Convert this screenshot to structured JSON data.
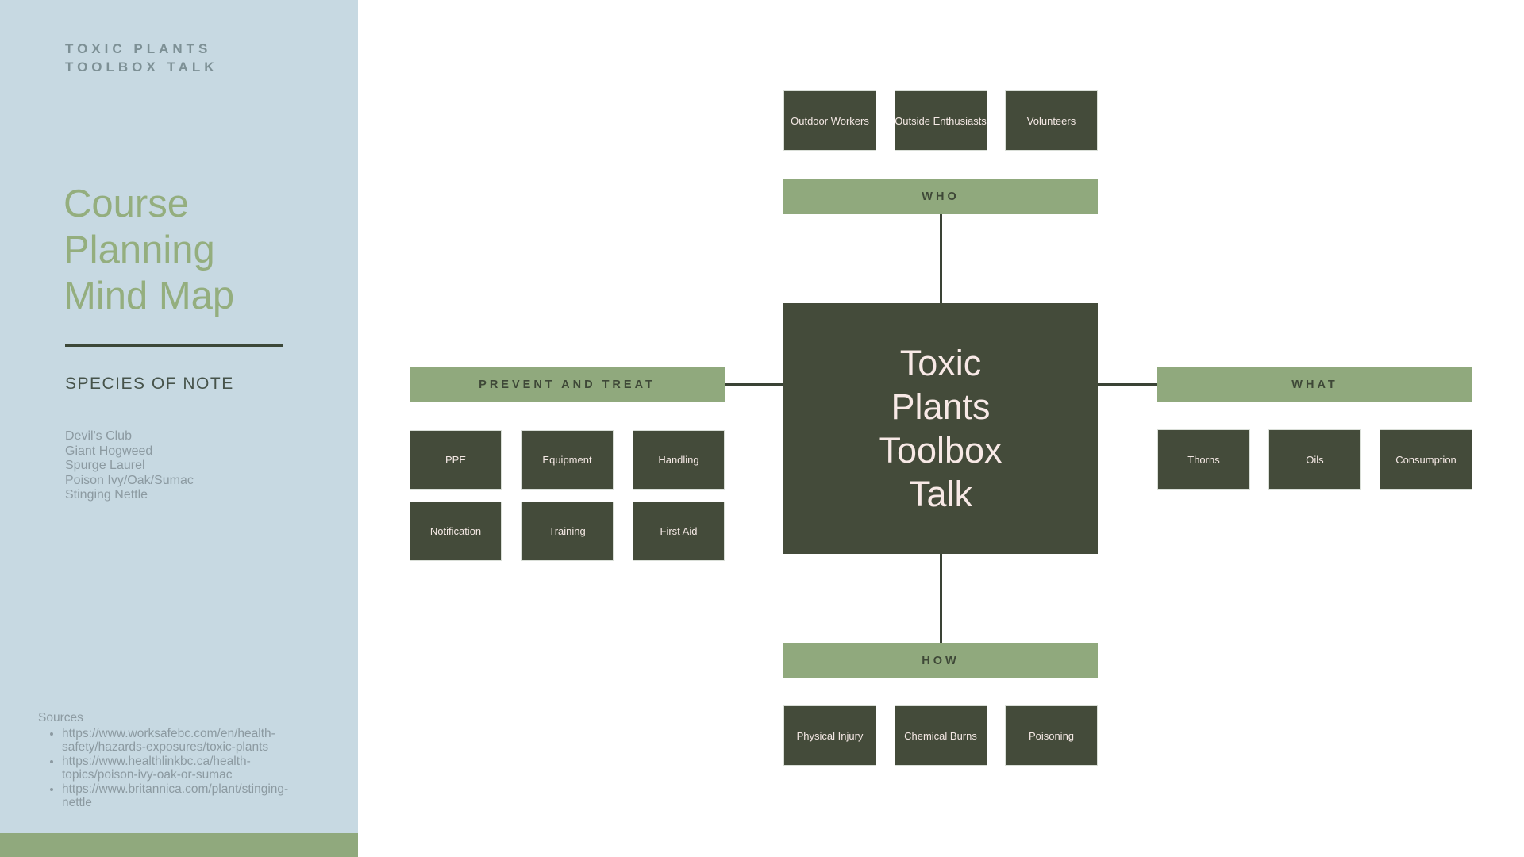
{
  "sidebar": {
    "eyebrow_lines": [
      "TOXIC PLANTS",
      "TOOLBOX TALK"
    ],
    "title_lines": [
      "Course",
      "Planning",
      "Mind Map"
    ],
    "species_heading": "SPECIES OF NOTE",
    "species": [
      "Devil's Club",
      "Giant Hogweed",
      "Spurge Laurel",
      "Poison Ivy/Oak/Sumac",
      "Stinging Nettle"
    ],
    "sources_label": "Sources",
    "sources": [
      "https://www.worksafebc.com/en/health-safety/hazards-exposures/toxic-plants",
      "https://www.healthlinkbc.ca/health-topics/poison-ivy-oak-or-sumac",
      "https://www.britannica.com/plant/stinging-nettle"
    ]
  },
  "mindmap": {
    "center_lines": [
      "Toxic",
      "Plants",
      "Toolbox",
      "Talk"
    ],
    "branches": {
      "who": {
        "label": "WHO",
        "items": [
          "Outdoor Workers",
          "Outside Enthusiasts",
          "Volunteers"
        ]
      },
      "prevent_and_treat": {
        "label": "PREVENT AND TREAT",
        "items": [
          "PPE",
          "Equipment",
          "Handling",
          "Notification",
          "Training",
          "First Aid"
        ]
      },
      "what": {
        "label": "WHAT",
        "items": [
          "Thorns",
          "Oils",
          "Consumption"
        ]
      },
      "how": {
        "label": "HOW",
        "items": [
          "Physical Injury",
          "Chemical Burns",
          "Poisoning"
        ]
      }
    }
  },
  "colors": {
    "sidebar_background": "#c7d9e2",
    "sage_green": "#90a97d",
    "dark_node": "#444b3a",
    "pale_node_text": "#f8e9e6",
    "title_green": "#94ae7e",
    "muted_gray": "#8c9aa1",
    "connector": "#3a4335"
  }
}
